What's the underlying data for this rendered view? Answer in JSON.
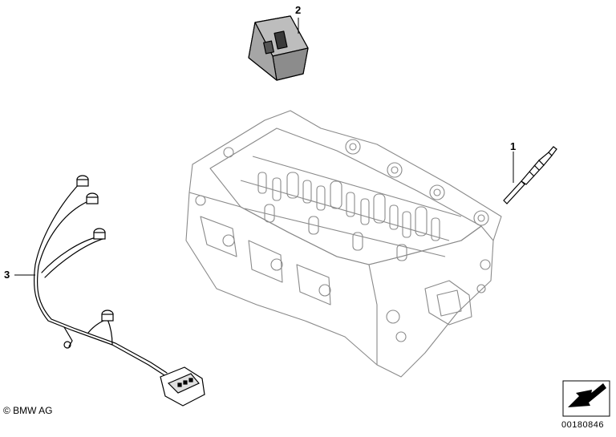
{
  "callouts": {
    "part_1": "1",
    "part_2": "2",
    "part_3": "3"
  },
  "footer": {
    "copyright": "© BMW AG",
    "diagram_number": "00180846"
  },
  "colors": {
    "line": "#000000",
    "background": "#ffffff",
    "engine_outline": "#888888"
  },
  "icons": {
    "direction_arrow": "arrow-icon"
  }
}
